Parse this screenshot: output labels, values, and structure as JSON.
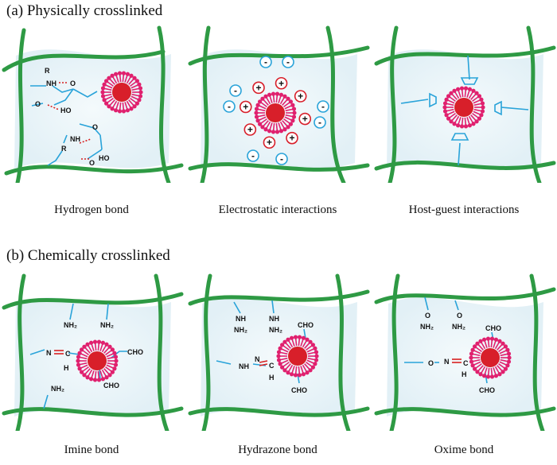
{
  "sections": [
    {
      "title": "(a) Physically crosslinked",
      "panels": [
        {
          "caption": "Hydrogen bond",
          "labels": {
            "r1": "R",
            "nh1": "NH",
            "o1": "O",
            "o2": "O",
            "ho1": "HO",
            "o3": "O",
            "r2": "R",
            "nh2": "NH",
            "o4": "O",
            "ho2": "HO"
          }
        },
        {
          "caption": "Electrostatic interactions",
          "labels": {
            "plus": "+",
            "minus": "-"
          }
        },
        {
          "caption": "Host-guest interactions"
        }
      ]
    },
    {
      "title": "(b) Chemically crosslinked",
      "panels": [
        {
          "caption": "Imine bond",
          "labels": {
            "nh2a": "NH₂",
            "nh2b": "NH₂",
            "n": "N",
            "c": "C",
            "h": "H",
            "cho1": "CHO",
            "cho2": "CHO",
            "nh2c": "NH₂"
          }
        },
        {
          "caption": "Hydrazone bond",
          "labels": {
            "nh_a": "NH",
            "nh_b": "NH",
            "nh2_a": "NH₂",
            "nh2_b": "NH₂",
            "nh": "NH",
            "n": "N",
            "c": "C",
            "h": "H",
            "cho1": "CHO",
            "cho2": "CHO"
          }
        },
        {
          "caption": "Oxime bond",
          "labels": {
            "o_a": "O",
            "o_b": "O",
            "nh2_a": "NH₂",
            "nh2_b": "NH₂",
            "o": "O",
            "n": "N",
            "c": "C",
            "h": "H",
            "cho1": "CHO",
            "cho2": "CHO"
          }
        }
      ]
    }
  ],
  "colors": {
    "network": "#2e9a44",
    "micelle": "#e0206e",
    "core": "#d81f2a",
    "linker": "#29a3d9",
    "bond_red": "#d82020",
    "panel_bg": "#eaf5f9"
  }
}
